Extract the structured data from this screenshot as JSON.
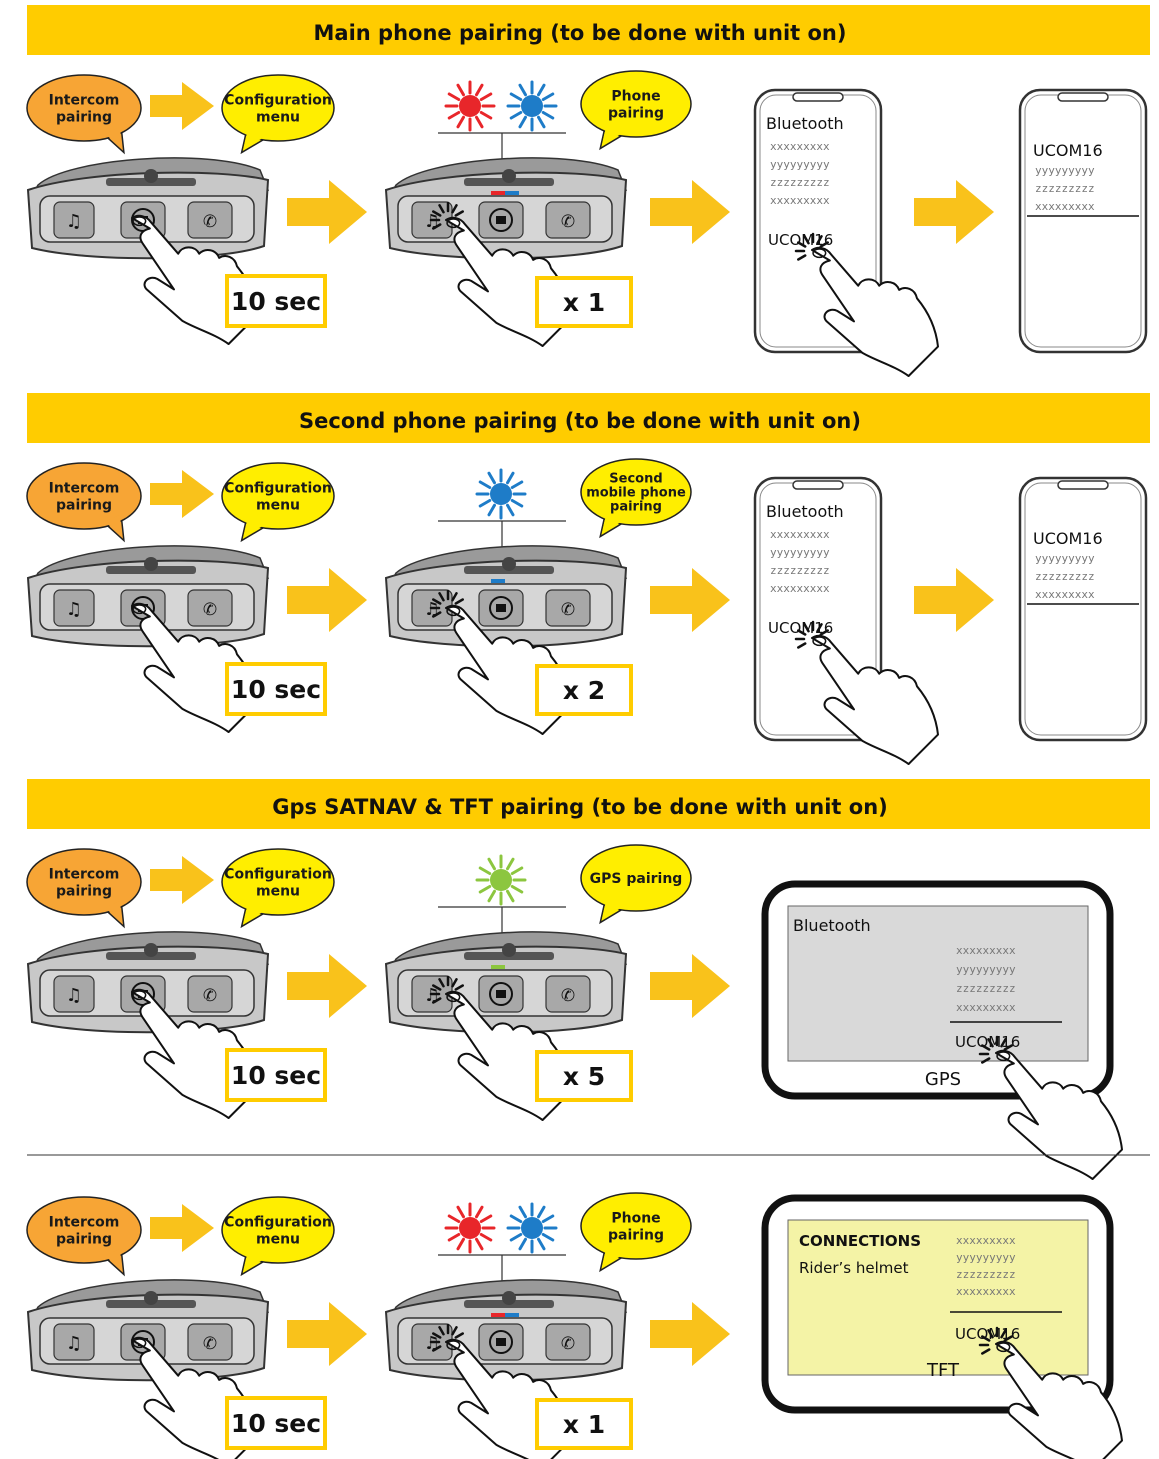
{
  "colors": {
    "banner": "#FFCC00",
    "arrow": "#F9C21B",
    "bubble_orange": "#F7A535",
    "bubble_yellow": "#FFEE00",
    "led_red": "#E8262A",
    "led_blue": "#1E7CC8",
    "led_green": "#8CC63F",
    "tft_screen": "#F4F3A6",
    "gps_screen": "#D9D9D9",
    "device_body": "#C8C8C8"
  },
  "sections": [
    {
      "title": "Main phone pairing (to be done with unit on)",
      "bubble_intercom": [
        "Intercom",
        "pairing"
      ],
      "bubble_config": [
        "Configuration",
        "menu"
      ],
      "bubble_target": [
        "Phone",
        "pairing"
      ],
      "hold_label": "10 sec",
      "press_label": "x 1",
      "led_icons": [
        "red-led-icon",
        "blue-led-icon"
      ],
      "target_type": "phone",
      "phone_header": "Bluetooth",
      "list_items": [
        "xxxxxxxxx",
        "yyyyyyyyy",
        "zzzzzzzzz",
        "xxxxxxxxx"
      ],
      "device_name": "UCOM16"
    },
    {
      "title": "Second phone pairing (to be done with unit on)",
      "bubble_intercom": [
        "Intercom",
        "pairing"
      ],
      "bubble_config": [
        "Configuration",
        "menu"
      ],
      "bubble_target": [
        "Second",
        "mobile phone",
        "pairing"
      ],
      "hold_label": "10 sec",
      "press_label": "x 2",
      "led_icons": [
        "blue-led-icon"
      ],
      "target_type": "phone",
      "phone_header": "Bluetooth",
      "list_items": [
        "xxxxxxxxx",
        "yyyyyyyyy",
        "zzzzzzzzz",
        "xxxxxxxxx"
      ],
      "device_name": "UCOM16"
    },
    {
      "title": "Gps SATNAV & TFT pairing (to be done with unit on)",
      "bubble_intercom": [
        "Intercom",
        "pairing"
      ],
      "bubble_config": [
        "Configuration",
        "menu"
      ],
      "bubble_target": [
        "GPS pairing"
      ],
      "hold_label": "10 sec",
      "press_label": "x 5",
      "led_icons": [
        "green-led-icon"
      ],
      "target_type": "gps",
      "screen_header": "Bluetooth",
      "list_items": [
        "xxxxxxxxx",
        "yyyyyyyyy",
        "zzzzzzzzz",
        "xxxxxxxxx"
      ],
      "device_name": "UCOM16",
      "screen_caption": "GPS"
    },
    {
      "title": "",
      "bubble_intercom": [
        "Intercom",
        "pairing"
      ],
      "bubble_config": [
        "Configuration",
        "menu"
      ],
      "bubble_target": [
        "Phone",
        "pairing"
      ],
      "hold_label": "10 sec",
      "press_label": "x 1",
      "led_icons": [
        "red-led-icon",
        "blue-led-icon"
      ],
      "target_type": "tft",
      "screen_header": "CONNECTIONS",
      "screen_subheader": "Rider’s helmet",
      "list_items": [
        "xxxxxxxxx",
        "yyyyyyyyy",
        "zzzzzzzzz",
        "xxxxxxxxx"
      ],
      "device_name": "UCOM16",
      "screen_caption": "TFT"
    }
  ]
}
